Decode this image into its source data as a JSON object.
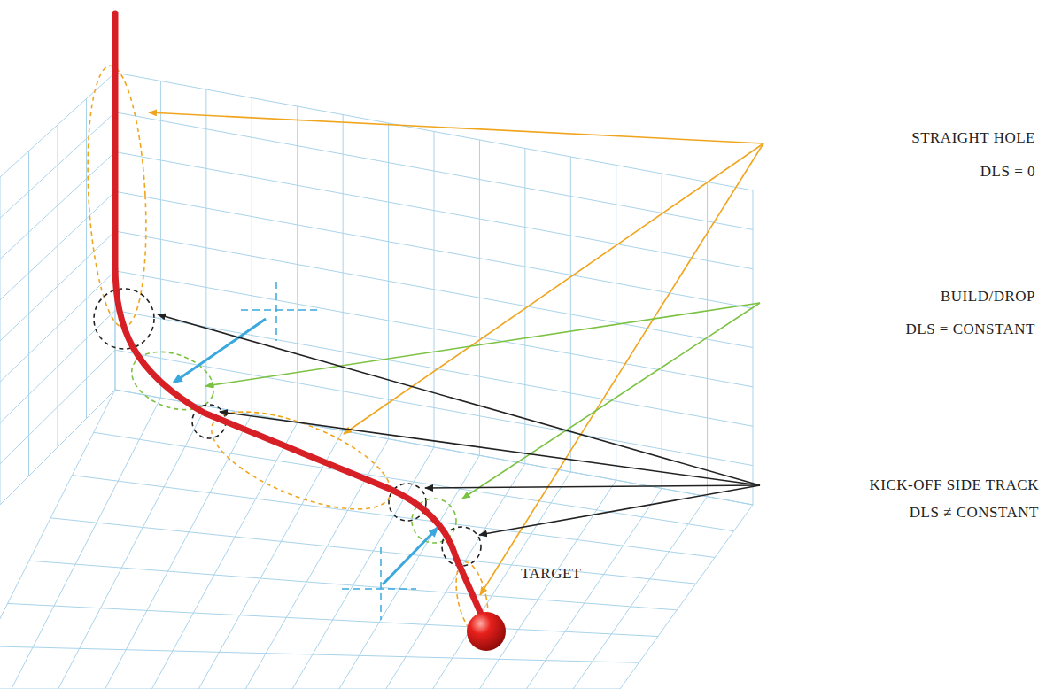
{
  "diagram": {
    "labels": [
      "STRAIGHT HOLE",
      "DLS = 0",
      "BUILD/DROP",
      "DLS = CONSTANT",
      "KICK-OFF SIDE TRACK",
      "DLS ≠ CONSTANT",
      "TARGET"
    ]
  }
}
